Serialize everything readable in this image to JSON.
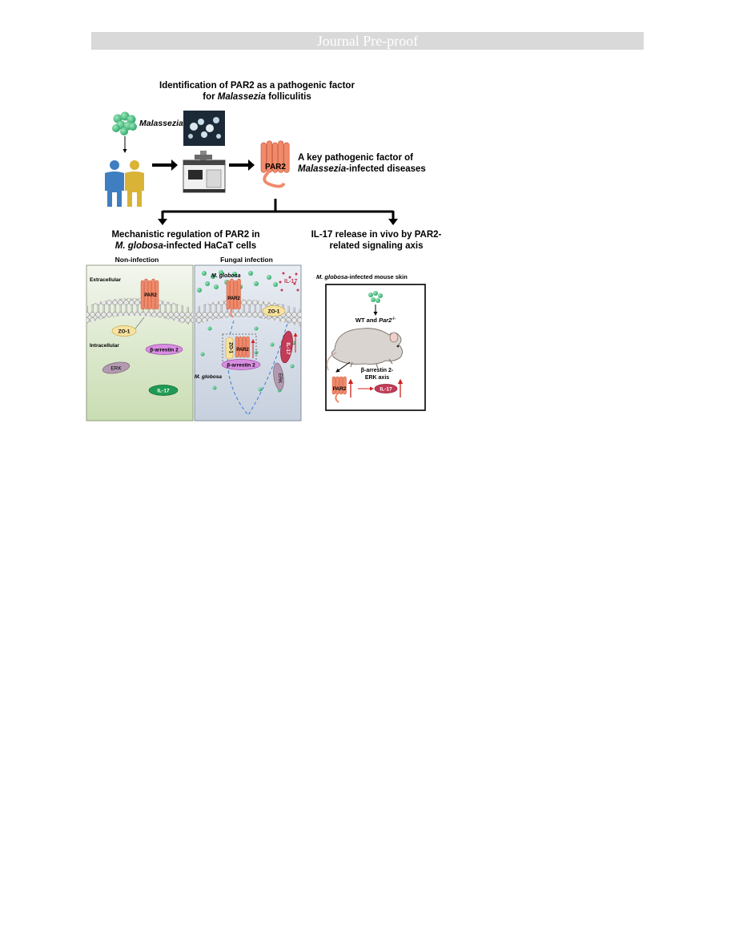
{
  "banner": "Journal Pre-proof",
  "top": {
    "title_line1": "Identification of PAR2 as a pathogenic factor",
    "title_line2_a": "for ",
    "title_line2_b": "Malassezia",
    "title_line2_c": " folliculitis",
    "malassezia": "Malassezia",
    "par2": "PAR2",
    "factor_line1": "A key pathogenic factor of",
    "factor_line2_a": "Malassezia",
    "factor_line2_b": "-infected diseases"
  },
  "left_section": {
    "title_line1": "Mechanistic regulation of PAR2 in",
    "title_line2_a": "M. globosa",
    "title_line2_b": "-infected HaCaT cells",
    "non_infection": {
      "label": "Non-infection",
      "extracellular": "Extracellular",
      "intracellular": "Intracellular",
      "par2": "PAR2",
      "zo1": "ZO-1",
      "barrestin": "β-arrestin 2",
      "erk": "ERK",
      "il17": "IL-17"
    },
    "fungal_infection": {
      "label": "Fungal infection",
      "m_globosa_top": "M. globosa",
      "m_globosa_bottom": "M. globosa",
      "par2": "PAR2",
      "zo1": "ZO-1",
      "zo1_complex": "ZO-1",
      "par2_complex": "PAR2",
      "barrestin": "β-arrestin 2",
      "il17_out": "IL-17",
      "il17_in": "IL-17",
      "erk": "ERK"
    }
  },
  "right_section": {
    "title_line1": "IL-17 release in vivo by PAR2-",
    "title_line2": "related signaling axis",
    "box_title_a": "M. globosa",
    "box_title_b": "-infected mouse skin",
    "wt_a": "WT and ",
    "wt_b": "Par2",
    "wt_sup": "-/-",
    "axis_line1": "β-arrestin 2-",
    "axis_line2": "ERK axis",
    "par2": "PAR2",
    "il17": "IL-17"
  },
  "colors": {
    "fungus": "#3dbb7a",
    "par2": "#f08a6a",
    "zo1": "#f7e2a0",
    "barrestin": "#d78ee0",
    "erk": "#b39ab0",
    "il17_green": "#1f9a54",
    "il17_red": "#c23b57",
    "arrow_red": "#d22020",
    "dashed_blue": "#3a7bd5",
    "panel_green": "#dde9cf",
    "panel_blue": "#d2d9e4"
  }
}
